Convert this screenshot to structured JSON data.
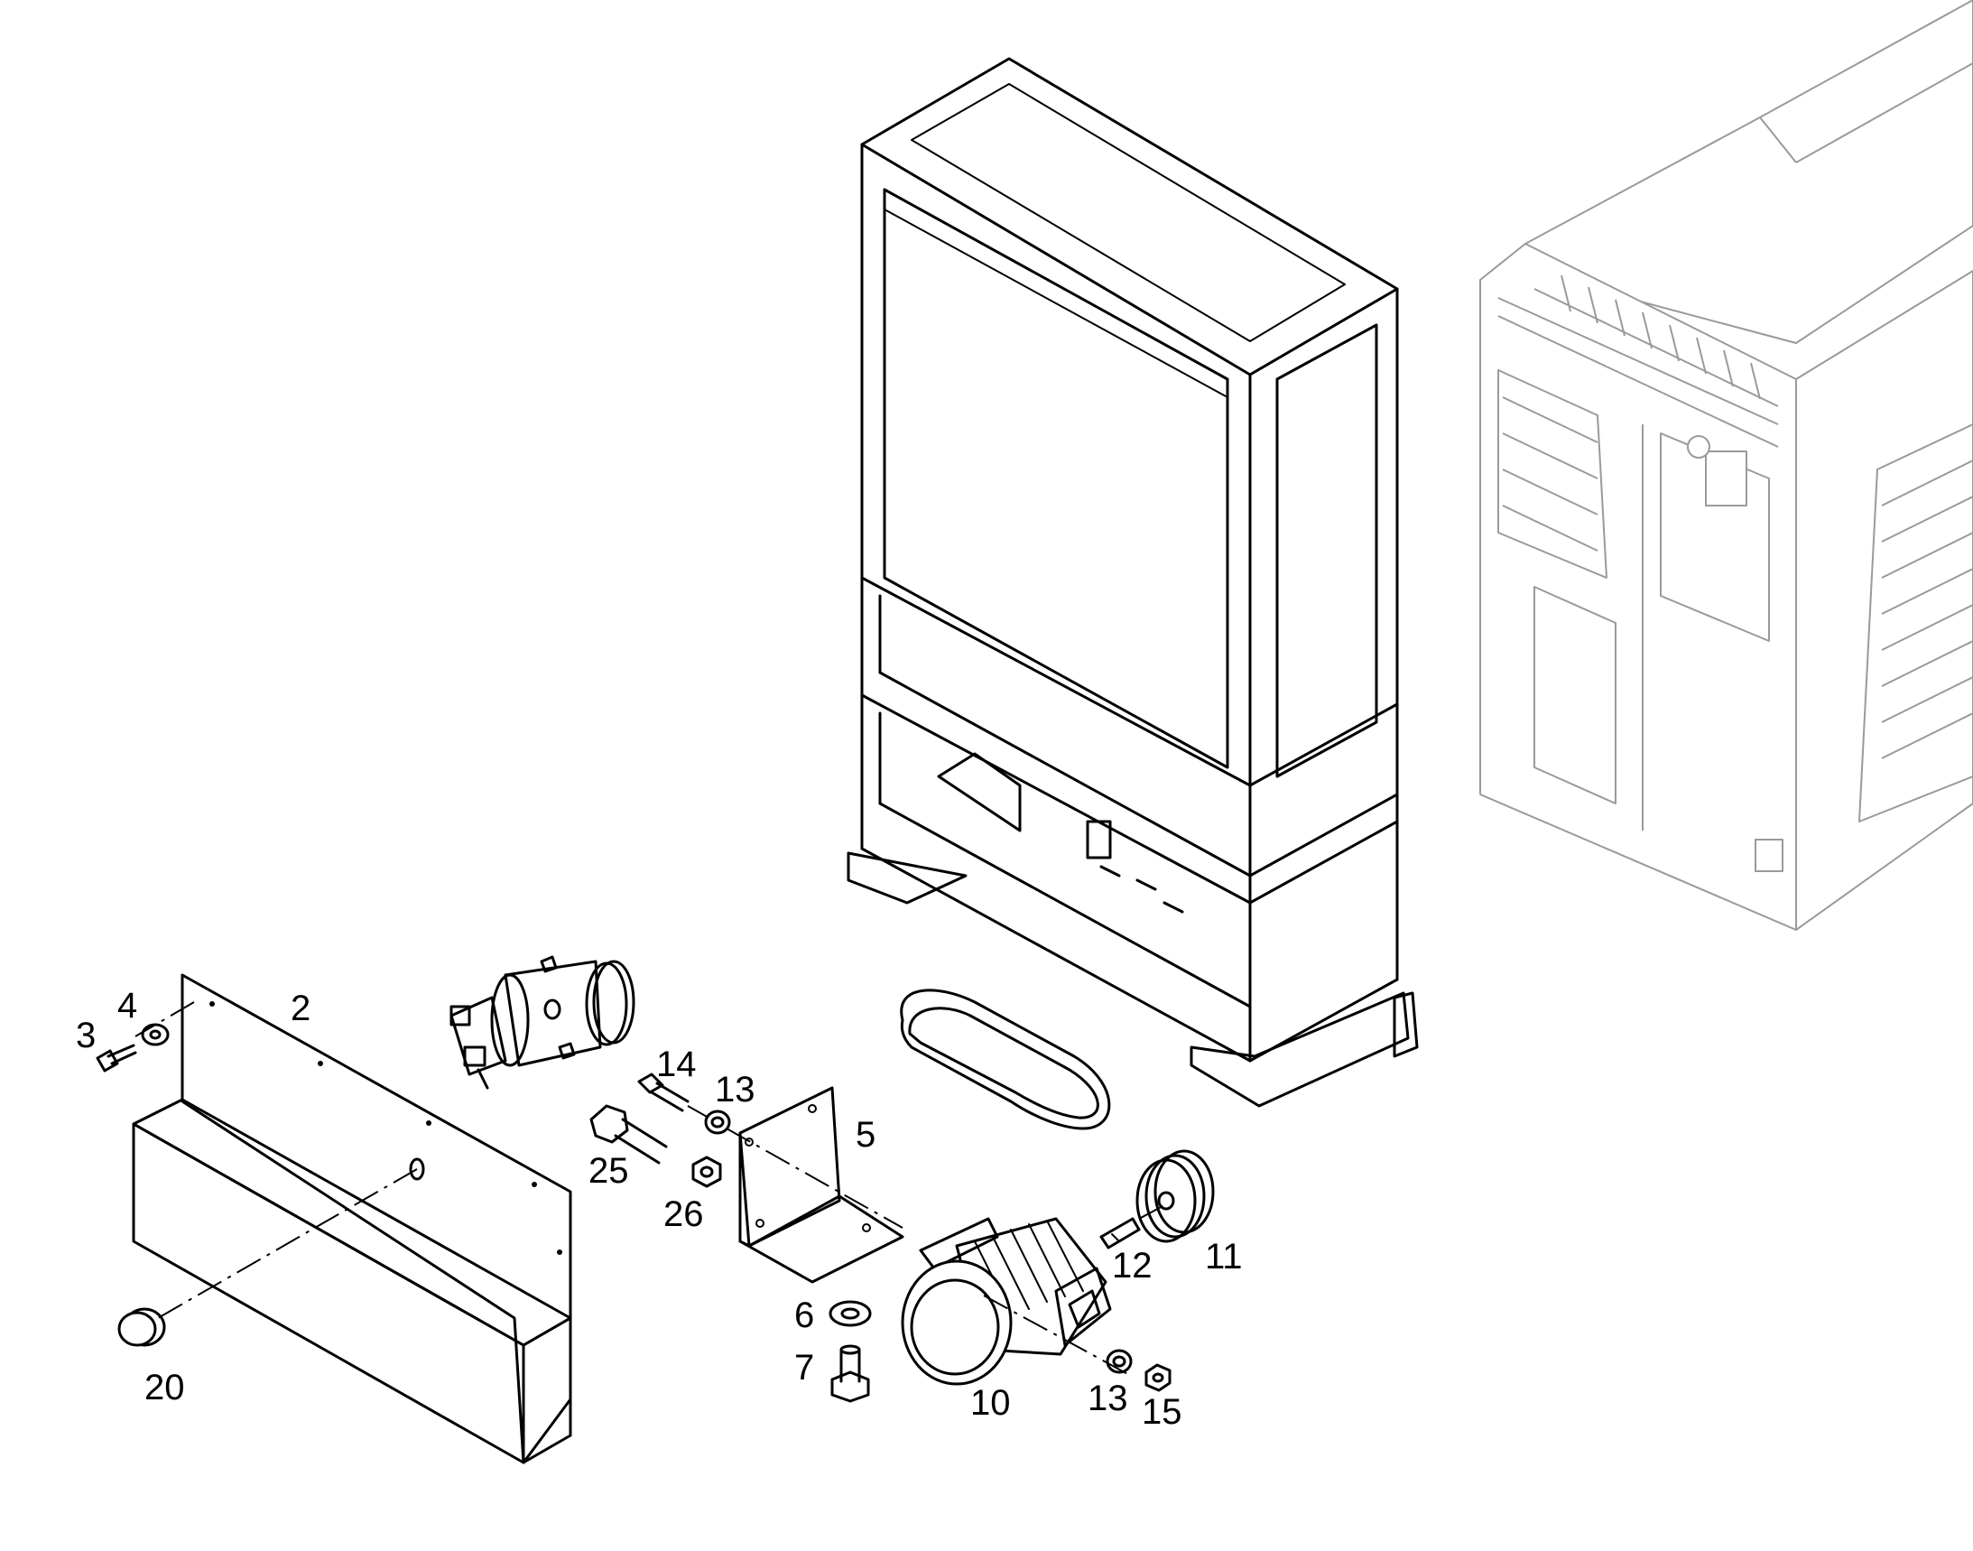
{
  "diagram": {
    "callouts": [
      {
        "id": "c2",
        "text": "2"
      },
      {
        "id": "c3",
        "text": "3"
      },
      {
        "id": "c4",
        "text": "4"
      },
      {
        "id": "c5",
        "text": "5"
      },
      {
        "id": "c6",
        "text": "6"
      },
      {
        "id": "c7",
        "text": "7"
      },
      {
        "id": "c10",
        "text": "10"
      },
      {
        "id": "c11",
        "text": "11"
      },
      {
        "id": "c12",
        "text": "12"
      },
      {
        "id": "c13a",
        "text": "13"
      },
      {
        "id": "c13b",
        "text": "13"
      },
      {
        "id": "c14",
        "text": "14"
      },
      {
        "id": "c15",
        "text": "15"
      },
      {
        "id": "c20",
        "text": "20"
      },
      {
        "id": "c25",
        "text": "25"
      },
      {
        "id": "c26",
        "text": "26"
      }
    ],
    "colors": {
      "line": "#000000",
      "background_unit": "#9a9a9a",
      "background": "#ffffff"
    }
  }
}
